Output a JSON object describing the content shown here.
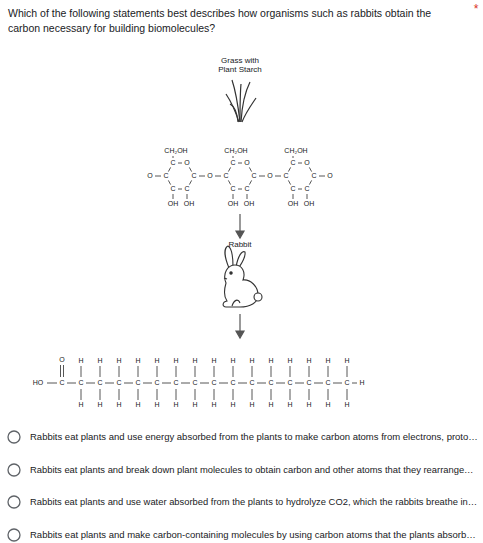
{
  "diagram": {
    "title": "Which of the following statements best describes how organisms such as rabbits obtain the carbon necessary for building biomolecules?",
    "labels": [
      "*",
      "Grass with Plant Starch",
      "CH₂OH",
      "C",
      "O",
      "C",
      "C",
      "C",
      "C",
      "OH",
      "OH",
      "CH₂OH",
      "C",
      "O",
      "C",
      "C",
      "C",
      "C",
      "OH",
      "OH",
      "CH₂OH",
      "C",
      "O",
      "C",
      "C",
      "C",
      "C",
      "OH",
      "OH",
      "O",
      "O",
      "O",
      "O",
      "Rabbit",
      "HO",
      "O",
      "C",
      "C",
      "C",
      "C",
      "C",
      "C",
      "C",
      "C",
      "C",
      "C",
      "C",
      "C",
      "C",
      "C",
      "C",
      "C",
      "H",
      "H",
      "H",
      "H",
      "H",
      "H",
      "H",
      "H",
      "H",
      "H",
      "H",
      "H",
      "H",
      "H",
      "H",
      "H",
      "H",
      "H",
      "H",
      "H",
      "H",
      "H",
      "H",
      "H",
      "H",
      "H",
      "H",
      "H",
      "H",
      "H",
      "H",
      "Rabbits eat plants and use energy absorbed from the plants to make carbon atoms from electrons, proto…",
      "Rabbits eat plants and break down plant molecules to obtain carbon and other atoms that they rearrange…",
      "Rabbits eat plants and use water absorbed from the plants to hydrolyze CO2, which the rabbits breathe in…",
      "Rabbits eat plants and make carbon-containing molecules by using carbon atoms that the plants absorb…"
    ]
  }
}
